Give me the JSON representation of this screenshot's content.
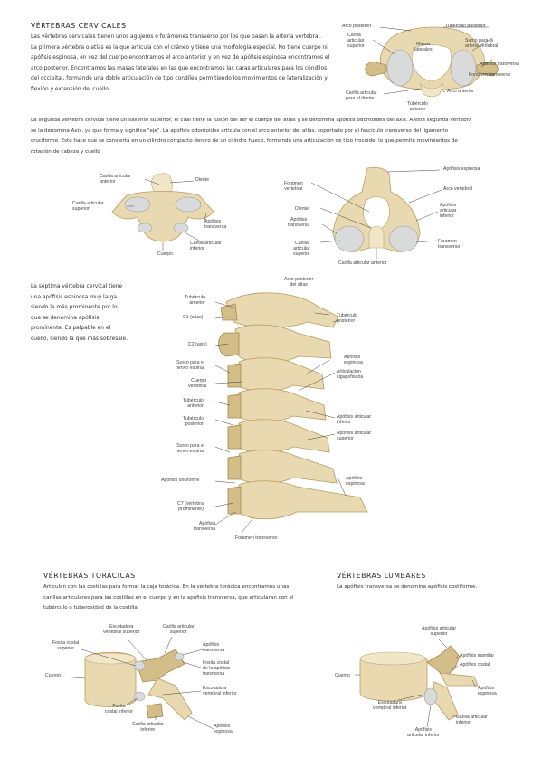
{
  "sections": {
    "cervical": {
      "title": "VÉRTEBRAS CERVICALES",
      "para1_lines": [
        "Las vértebras cervicales tienen unos agujeros o forámenes transverso por los que pasan la arteria vertebral.",
        "La primera vértebra o atlas es la que articula con el cráneo y tiene una morfología especial. No tiene cuerpo ni",
        "apófisis espinosa, en vez del cuerpo encontramos el arco anterior y en vez de apófisis espinosa encontramos el",
        "arco posterior. Encontramos las masas laterales en las que encontramos las caras articulares para los cóndilos",
        "del occipital, formando una doble articulación de tipo condílea permitiendo los movimientos de lateralización y",
        "flexión y extensión del cuello."
      ],
      "para2_lines": [
        "La segunda vertebra cervical tiene un saliente superior, el cual tiene la fusión del ser el cuerpo del atlas y se denomina apófisis odontoides del axis. A esta segunda vértebra",
        "se la denomina Axis, ya que forma y significa \"eje\". La apófisis odontoides articula con el arco anterior del atlas, soportado por el fascículo transverso del ligamento",
        "cruciforme. Esto hace que se convierta en un cilindro compacto dentro de un cilindro hueco, formando una articulación de tipo trocoide, lo que permite movimientos de",
        "rotación de cabeza y cuello"
      ],
      "c7_lines": [
        "La séptima vértebra cervical tiene",
        "una apófisis espinosa muy larga,",
        "siendo la más prominente por lo",
        "que se denomina apófisis",
        "prominente. Es palpable en el",
        "cuello, siendo la que más sobresale."
      ]
    },
    "thoracic": {
      "title": "VÉRTEBRAS TORÁCICAS",
      "lines": [
        "Articulan con las costillas para formar la caja torácica. En la vértebra torácica encontramos unas",
        "carillas articulares para las costillas en el cuerpo y en la apófisis transversa, que articularan con el",
        "tubérculo o tuberosidad de la costilla."
      ]
    },
    "lumbar": {
      "title": "VÉRTEBRAS LUMBARES",
      "lines": [
        "La apófisis transversa se denomina apófisis costiforme."
      ]
    }
  },
  "labels": {
    "atlas": {
      "arco_posterior": "Arco posterior",
      "tuberculo_posterior": "Tubérculo posterior",
      "carilla_articular_superior": "Carilla\narticular\nsuperior",
      "masas_laterales": "Masas\nlaterales",
      "surco_arteria": "Surco para la\narteria vertebral",
      "apofisis_transversa": "Apófisis transversa",
      "foramen_transverso": "Foramen transverso",
      "carilla_diente": "Carilla articular\npara el diente",
      "arco_anterior": "Arco anterior",
      "tuberculo_anterior": "Tubérculo\nanterior"
    },
    "axis_front": {
      "carilla_anterior": "Carilla articular\nanterior",
      "diente": "Diente",
      "carilla_superior": "Carilla articular\nsuperior",
      "apofisis_transversa": "Apófisis\ntransversa",
      "cuerpo": "Cuerpo",
      "carilla_inferior": "Carilla articular\ninferior"
    },
    "axis_post": {
      "apofisis_espinosa": "Apófisis espinosa",
      "foramen_vertebral": "Foramen\nvertebral",
      "arco_vertebral": "Arco vertebral",
      "diente": "Diente",
      "apofisis_transversa": "Apófisis\ntransversa",
      "apofisis_articular_inferior": "Apófisis\narticular\ninferior",
      "carilla_articular_superior": "Carilla\narticular\nsuperior",
      "foramen_transverso": "Foramen\ntransverso",
      "carilla_articular_anterior": "Carilla articular anterior"
    },
    "spine": {
      "arco_posterior_atlas": "Arco posterior\ndel atlas",
      "tuberculo_anterior_1": "Tubérculo\nanterior",
      "c1": "C1 (atlas)",
      "tuberculo_posterior_1": "Tubérculo\nposterior",
      "c2": "C2 (axis)",
      "surco_nervio_1": "Surco para el\nnervio espinal",
      "cuerpo_vertebral": "Cuerpo\nvertebral",
      "apofisis_espinosa": "Apófisis\nespinosa",
      "tuberculo_anterior_2": "Tubérculo\nanterior",
      "tuberculo_posterior_2": "Tubérculo\nposterior",
      "articulacion": "Articulación\ncigapofisaria",
      "apofisis_articular_inferior": "Apófisis articular\ninferior",
      "apofisis_articular_superior": "Apófisis articular\nsuperior",
      "surco_nervio_2": "Surco para el\nnervio espinal",
      "apofisis_unciforme": "Apófisis unciforme",
      "apofisis_espinosa_2": "Apófisis\nespinosa",
      "c7": "C7 (vértebra\nprominente)",
      "apofisis_transversa": "Apófisis\ntransversa",
      "foramen_transverso": "Foramen transverso"
    },
    "thoracic": {
      "escotadura_superior": "Escotadura\nvertebral superior",
      "carilla_superior": "Carilla articular\nsuperior",
      "fosita_costal_superior": "Fosita costal\nsuperior",
      "apofisis_transversa": "Apófisis\ntransversa",
      "cuerpo": "Cuerpo",
      "fosita_costal_apofisis": "Fosita costal\nde la apófisis\ntransversa",
      "escotadura_inferior": "Escotadura\nvertebral inferior",
      "fosita_costal_inferior": "Fosita\ncostal inferior",
      "carilla_inferior": "Carilla articular\ninferior",
      "apofisis_espinosa": "Apófisis\nespinosa"
    },
    "lumbar": {
      "apofisis_articular_superior": "Apófisis articular\nsuperior",
      "apofisis_mamilar": "Apófisis mamilar",
      "apofisis_costal": "Apófisis costal",
      "cuerpo": "Cuerpo",
      "apofisis_espinosa": "Apófisis\nespinosa",
      "escotadura_inferior": "Escotadura\nvertebral inferior",
      "carilla_inferior": "Carilla articular\ninferior",
      "apofisis_articular_inferior": "Apófisis\narticular inferior"
    }
  }
}
